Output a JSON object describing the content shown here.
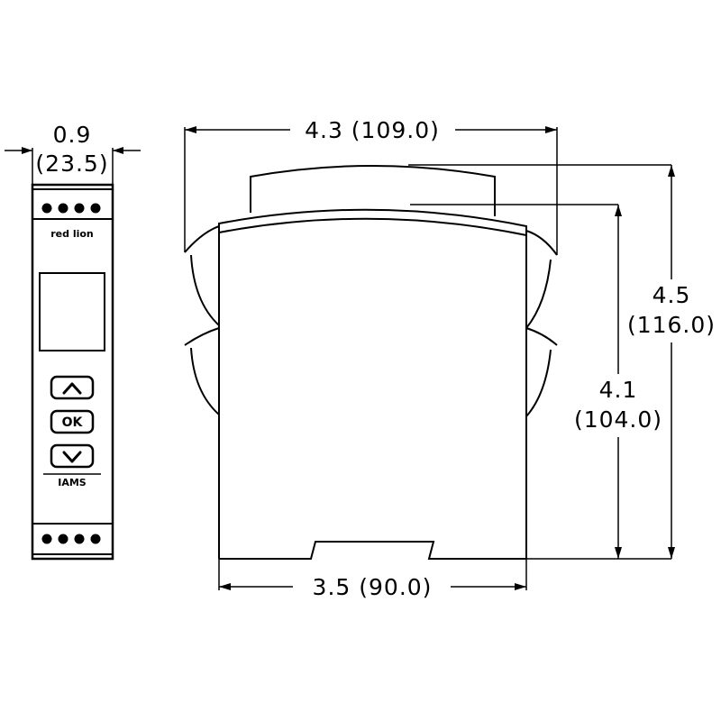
{
  "front_view": {
    "brand": "red lion",
    "ok_button_label": "OK",
    "model_label": "IAMS",
    "width_dimension_in": "0.9",
    "width_dimension_mm": "(23.5)"
  },
  "side_view": {
    "overall_width_dimension": "4.3 (109.0)",
    "base_width_dimension": "3.5 (90.0)",
    "overall_height_in": "4.5",
    "overall_height_mm": "(116.0)",
    "body_height_in": "4.1",
    "body_height_mm": "(104.0)"
  }
}
